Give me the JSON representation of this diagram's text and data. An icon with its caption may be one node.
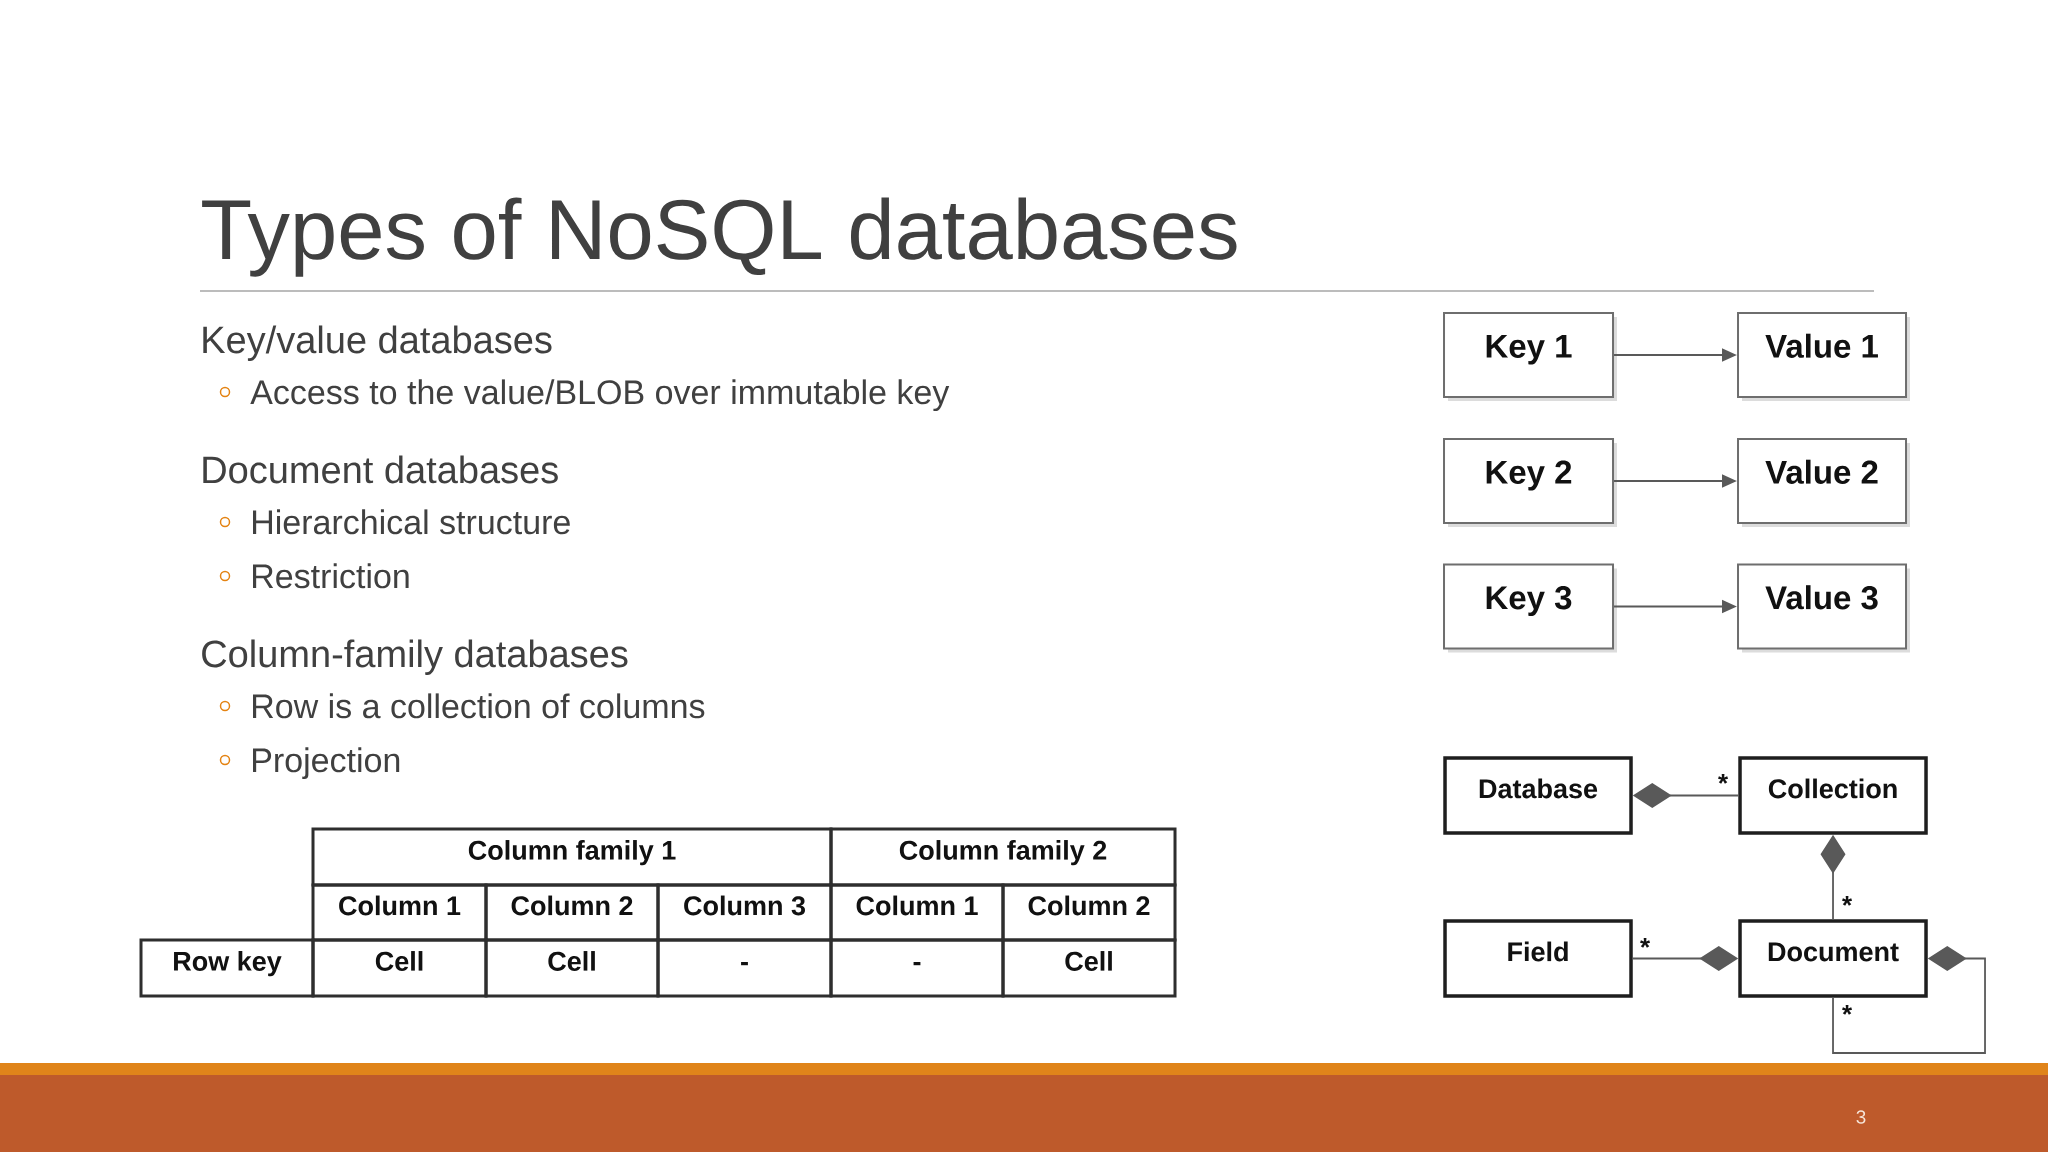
{
  "diagram": {
    "title": "Types of NoSQL databases",
    "nodes": [
      {
        "text": [
          "Key 1"
        ]
      },
      {
        "text": [
          "Value 1"
        ]
      },
      {
        "text": [
          "Key 2"
        ]
      },
      {
        "text": [
          "Value 2"
        ]
      },
      {
        "text": [
          "Key 3"
        ]
      },
      {
        "text": [
          "Value 3"
        ]
      },
      {
        "text": [
          "Database"
        ]
      },
      {
        "text": [
          "Collection"
        ]
      },
      {
        "text": [
          "Field"
        ]
      },
      {
        "text": [
          "Document"
        ]
      }
    ],
    "edges": [
      {
        "from": 0,
        "to": 1,
        "arrow": "to"
      },
      {
        "from": 2,
        "to": 3,
        "arrow": "to"
      },
      {
        "from": 4,
        "to": 5,
        "arrow": "to"
      },
      {
        "from": 6,
        "to": 7,
        "arrow": "other",
        "label": "*"
      },
      {
        "from": 7,
        "to": 9,
        "arrow": "other",
        "label": "*"
      },
      {
        "from": 9,
        "to": 8,
        "arrow": "other",
        "label": "*"
      },
      {
        "from": 9,
        "to": 9,
        "arrow": "other",
        "label": "*"
      }
    ],
    "labels": [
      "Key/value databases",
      "Access to the value/BLOB over immutable key",
      "Document databases",
      "Hierarchical structure",
      "Restriction",
      "Column-family databases",
      "Row is a collection of columns",
      "Projection",
      "Column family 1",
      "Column family 2",
      "Column 1",
      "Column 2",
      "Column 3",
      "Column 1",
      "Column 2",
      "Row key",
      "Cell",
      "Cell",
      "-",
      "-",
      "Cell",
      "3"
    ]
  }
}
